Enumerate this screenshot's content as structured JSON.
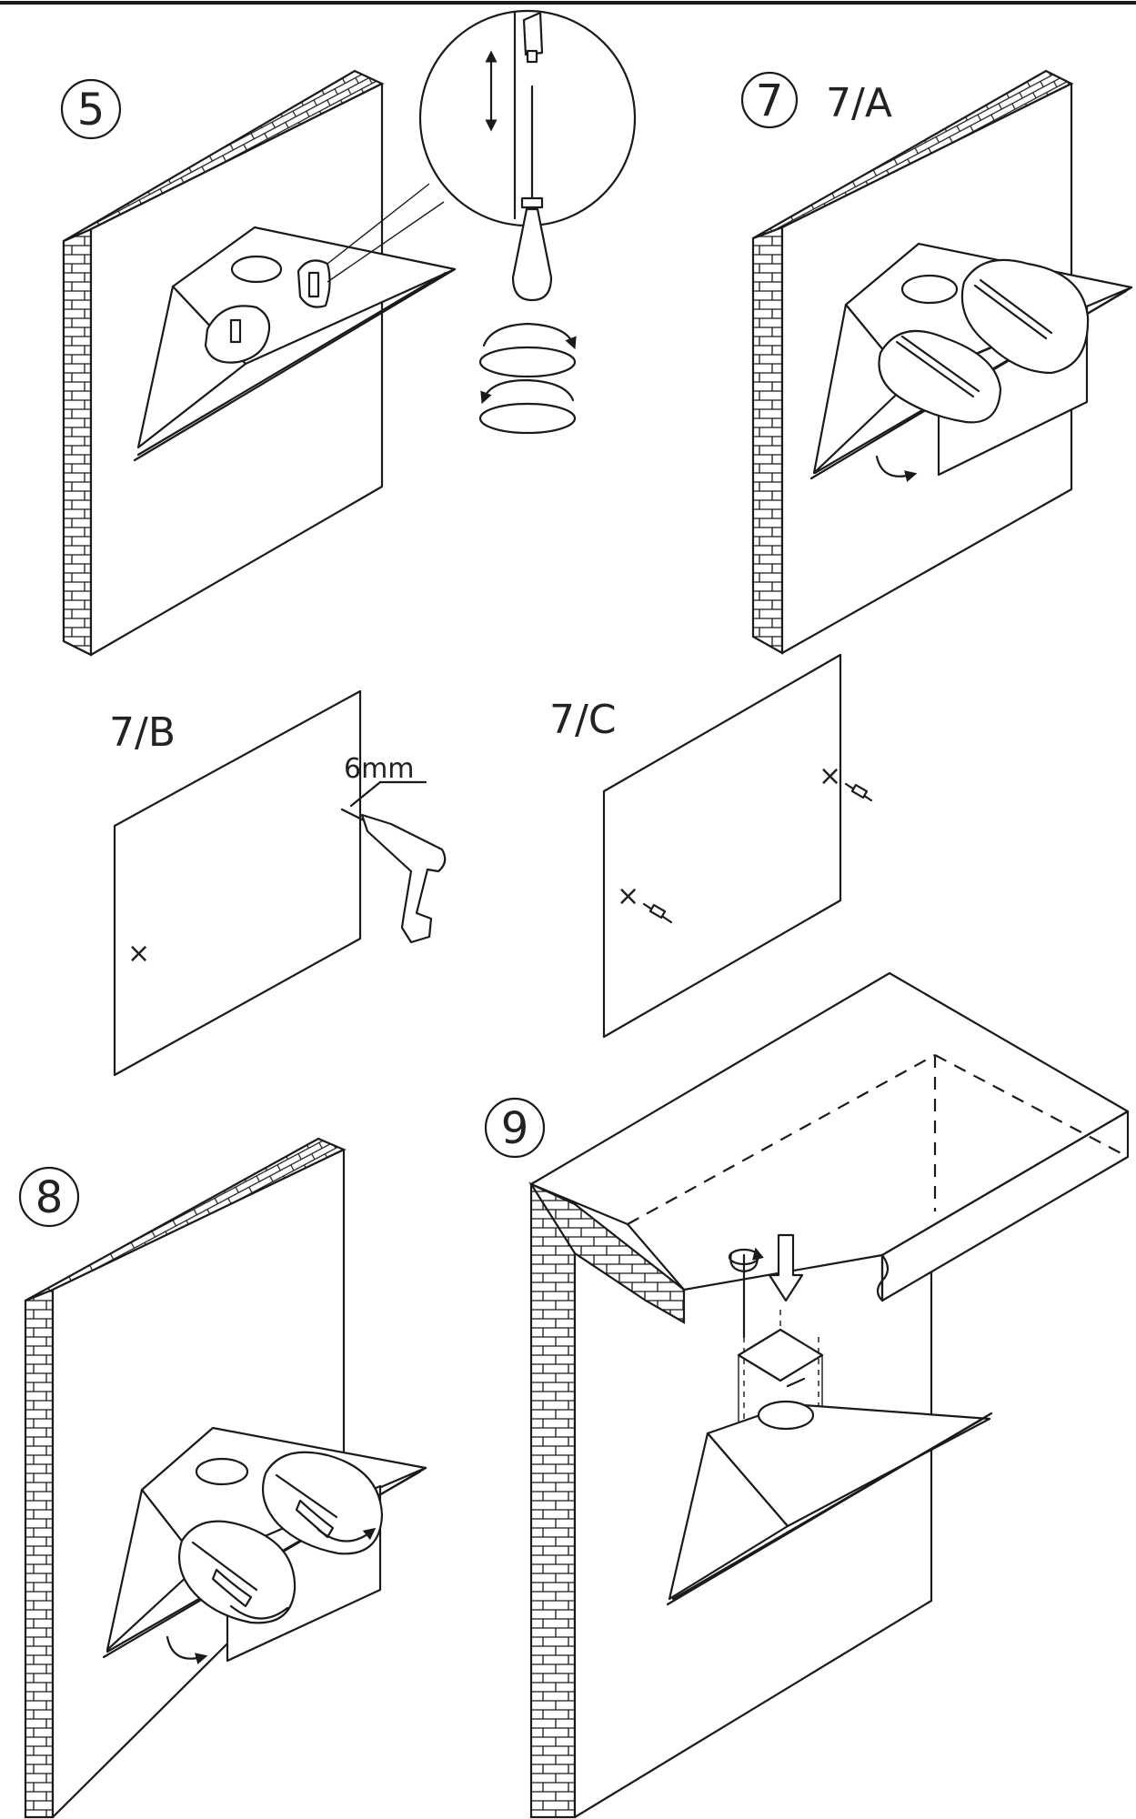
{
  "steps": {
    "s5": "5",
    "s7": "7",
    "s7a": "7/A",
    "s7b": "7/B",
    "s7c": "7/C",
    "s8": "8",
    "s9": "9"
  },
  "annotations": {
    "drill_size": "6mm"
  },
  "colors": {
    "line": "#1a1a1a",
    "background": "#ffffff"
  }
}
